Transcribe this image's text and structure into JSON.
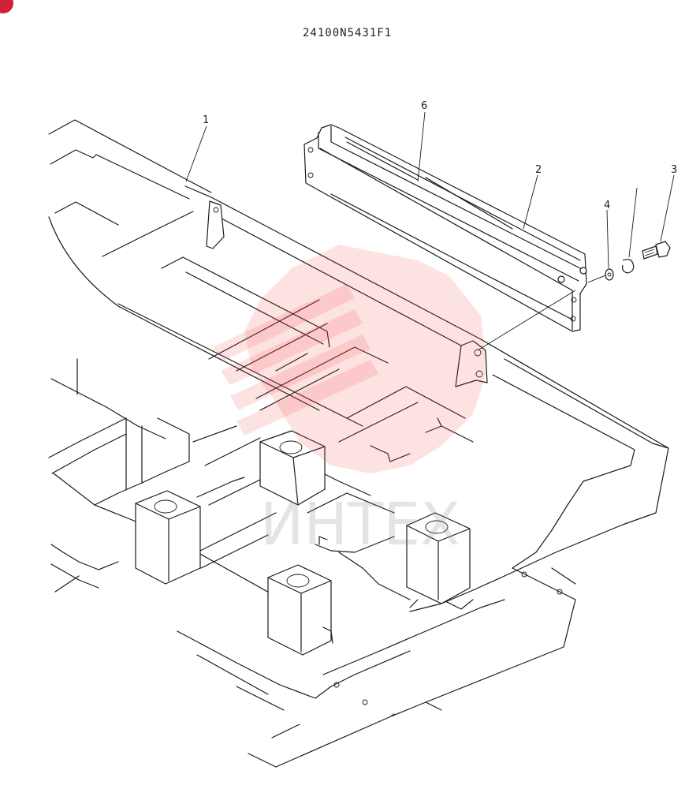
{
  "diagram": {
    "code": "24100N5431F1",
    "callouts": [
      "1",
      "2",
      "3",
      "4",
      "6"
    ],
    "watermark": "ИНТЕХ",
    "corner_badge_color": "#d0203a",
    "watermark_color": "#f04a4a"
  }
}
